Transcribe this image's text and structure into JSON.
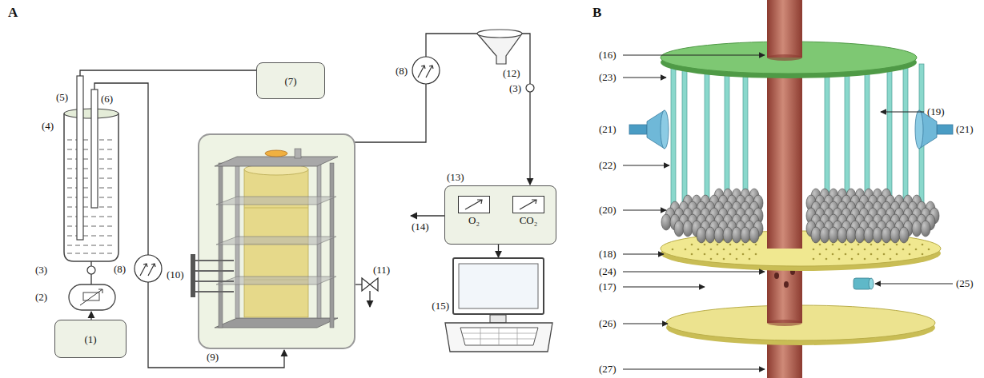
{
  "diagram": {
    "nodes": [
      {
        "text": [
          "(1)"
        ]
      },
      {
        "text": [
          "(7)"
        ]
      },
      {
        "text": [
          "(13)"
        ]
      },
      {
        "text": [
          "O₂"
        ],
        "in": 2
      },
      {
        "text": [
          "CO₂"
        ],
        "in": 2
      },
      {
        "text": [
          "(15)"
        ]
      }
    ],
    "edges": [
      {
        "from": 2,
        "to": 5,
        "arrow": "to"
      }
    ],
    "labels": [
      "A",
      "(2)",
      "(3)",
      "(4)",
      "(5)",
      "(6)",
      "(8)",
      "(9)",
      "(10)",
      "(11)",
      "(8)",
      "(12)",
      "(3)",
      "(14)",
      "B",
      "(16)",
      "(23)",
      "(21)",
      "(22)",
      "(20)",
      "(18)",
      "(24)",
      "(17)",
      "(26)",
      "(27)",
      "(19)",
      "(21)",
      "(25)"
    ]
  }
}
